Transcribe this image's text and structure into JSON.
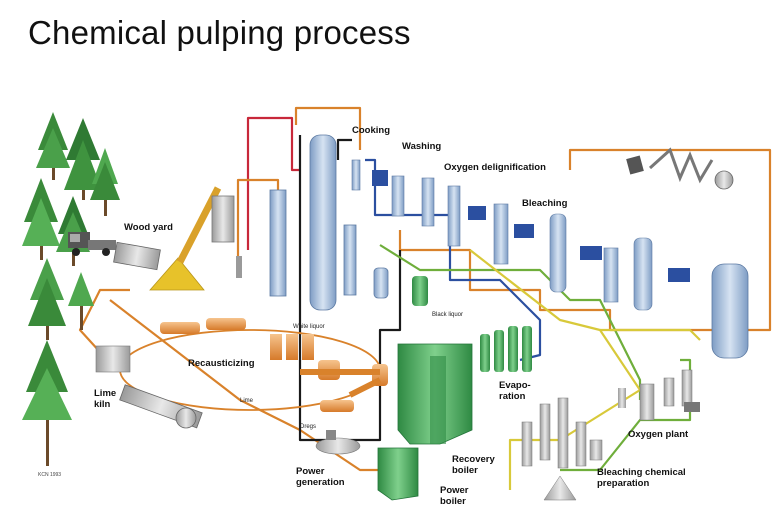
{
  "title": "Chemical pulping process",
  "labels": {
    "cooking": "Cooking",
    "washing": "Washing",
    "oxygen_delignification": "Oxygen delignification",
    "bleaching": "Bleaching",
    "wood_yard": "Wood yard",
    "recausticizing": "Recausticizing",
    "white_liquor": "White liquor",
    "black_liquor": "Black liquor",
    "lime": "Lime",
    "lime_kiln": [
      "Lime",
      "kiln"
    ],
    "dregs": "Dregs",
    "evaporation": [
      "Evapo-",
      "ration"
    ],
    "recovery_boiler": [
      "Recovery",
      "boiler"
    ],
    "power_generation": [
      "Power",
      "generation"
    ],
    "power_boiler": [
      "Power",
      "boiler"
    ],
    "oxygen_plant": "Oxygen plant",
    "bleaching_chemical_preparation": [
      "Bleaching chemical",
      "preparation"
    ],
    "credit": "KCN 1993"
  },
  "colors": {
    "pipe_orange": "#d9822b",
    "pipe_red": "#c8283a",
    "pipe_black": "#1a1a1a",
    "pipe_blue": "#2b4fa0",
    "pipe_green": "#6fae3b",
    "pipe_yellow": "#d8c93a",
    "equipment_blue": "#9db7d6",
    "equipment_green": "#3b9a4e",
    "equipment_orange": "#e8a25a",
    "tree_green": "#3a8a3a",
    "chips_yellow": "#e7c22a"
  }
}
